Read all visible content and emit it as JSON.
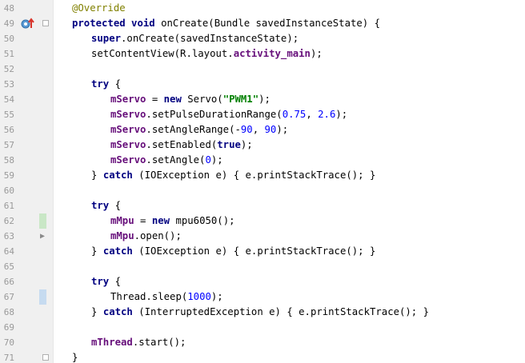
{
  "editor": {
    "lines": [
      {
        "no": "48",
        "indent": 90,
        "tokens": [
          {
            "t": "@Override",
            "c": "ann"
          }
        ]
      },
      {
        "no": "49",
        "indent": 90,
        "gutter": "override",
        "fold": "open",
        "tokens": [
          {
            "t": "protected",
            "c": "kw"
          },
          {
            "t": " ",
            "c": "pl"
          },
          {
            "t": "void",
            "c": "kw"
          },
          {
            "t": " onCreate(Bundle savedInstanceState) {",
            "c": "pl"
          }
        ]
      },
      {
        "no": "50",
        "indent": 114,
        "tokens": [
          {
            "t": "super",
            "c": "kw"
          },
          {
            "t": ".onCreate(savedInstanceState);",
            "c": "pl"
          }
        ]
      },
      {
        "no": "51",
        "indent": 114,
        "tokens": [
          {
            "t": "setContentView(R.layout.",
            "c": "pl"
          },
          {
            "t": "activity_main",
            "c": "fld"
          },
          {
            "t": ");",
            "c": "pl"
          }
        ]
      },
      {
        "no": "52",
        "indent": 114,
        "tokens": []
      },
      {
        "no": "53",
        "indent": 114,
        "tokens": [
          {
            "t": "try",
            "c": "kw"
          },
          {
            "t": " {",
            "c": "pl"
          }
        ]
      },
      {
        "no": "54",
        "indent": 138,
        "tokens": [
          {
            "t": "mServo",
            "c": "fld"
          },
          {
            "t": " = ",
            "c": "pl"
          },
          {
            "t": "new",
            "c": "kw"
          },
          {
            "t": " Servo(",
            "c": "pl"
          },
          {
            "t": "\"PWM1\"",
            "c": "str"
          },
          {
            "t": ");",
            "c": "pl"
          }
        ]
      },
      {
        "no": "55",
        "indent": 138,
        "tokens": [
          {
            "t": "mServo",
            "c": "fld"
          },
          {
            "t": ".setPulseDurationRange(",
            "c": "pl"
          },
          {
            "t": "0.75",
            "c": "num"
          },
          {
            "t": ", ",
            "c": "pl"
          },
          {
            "t": "2.6",
            "c": "num"
          },
          {
            "t": ");",
            "c": "pl"
          }
        ]
      },
      {
        "no": "56",
        "indent": 138,
        "tokens": [
          {
            "t": "mServo",
            "c": "fld"
          },
          {
            "t": ".setAngleRange(-",
            "c": "pl"
          },
          {
            "t": "90",
            "c": "num"
          },
          {
            "t": ", ",
            "c": "pl"
          },
          {
            "t": "90",
            "c": "num"
          },
          {
            "t": ");",
            "c": "pl"
          }
        ]
      },
      {
        "no": "57",
        "indent": 138,
        "tokens": [
          {
            "t": "mServo",
            "c": "fld"
          },
          {
            "t": ".setEnabled(",
            "c": "pl"
          },
          {
            "t": "true",
            "c": "kw"
          },
          {
            "t": ");",
            "c": "pl"
          }
        ]
      },
      {
        "no": "58",
        "indent": 138,
        "tokens": [
          {
            "t": "mServo",
            "c": "fld"
          },
          {
            "t": ".setAngle(",
            "c": "pl"
          },
          {
            "t": "0",
            "c": "num"
          },
          {
            "t": ");",
            "c": "pl"
          }
        ]
      },
      {
        "no": "59",
        "indent": 114,
        "tokens": [
          {
            "t": "} ",
            "c": "pl"
          },
          {
            "t": "catch",
            "c": "kw"
          },
          {
            "t": " (IOException e) { e.printStackTrace(); }",
            "c": "pl"
          }
        ]
      },
      {
        "no": "60",
        "indent": 114,
        "tokens": []
      },
      {
        "no": "61",
        "indent": 114,
        "tokens": [
          {
            "t": "try",
            "c": "kw"
          },
          {
            "t": " {",
            "c": "pl"
          }
        ]
      },
      {
        "no": "62",
        "indent": 138,
        "gutter": "green",
        "tokens": [
          {
            "t": "mMpu",
            "c": "fld"
          },
          {
            "t": " = ",
            "c": "pl"
          },
          {
            "t": "new",
            "c": "kw"
          },
          {
            "t": " mpu6050();",
            "c": "pl"
          }
        ]
      },
      {
        "no": "63",
        "indent": 138,
        "gutter": "arrow",
        "tokens": [
          {
            "t": "mMpu",
            "c": "fld"
          },
          {
            "t": ".open();",
            "c": "pl"
          }
        ]
      },
      {
        "no": "64",
        "indent": 114,
        "tokens": [
          {
            "t": "} ",
            "c": "pl"
          },
          {
            "t": "catch",
            "c": "kw"
          },
          {
            "t": " (IOException e) { e.printStackTrace(); }",
            "c": "pl"
          }
        ]
      },
      {
        "no": "65",
        "indent": 114,
        "tokens": []
      },
      {
        "no": "66",
        "indent": 114,
        "tokens": [
          {
            "t": "try",
            "c": "kw"
          },
          {
            "t": " {",
            "c": "pl"
          }
        ]
      },
      {
        "no": "67",
        "indent": 138,
        "gutter": "blue",
        "tokens": [
          {
            "t": "Thread.",
            "c": "pl"
          },
          {
            "t": "sleep",
            "c": "pl"
          },
          {
            "t": "(",
            "c": "pl"
          },
          {
            "t": "1000",
            "c": "num"
          },
          {
            "t": ");",
            "c": "pl"
          }
        ]
      },
      {
        "no": "68",
        "indent": 114,
        "tokens": [
          {
            "t": "} ",
            "c": "pl"
          },
          {
            "t": "catch",
            "c": "kw"
          },
          {
            "t": " (InterruptedException e) { e.printStackTrace(); }",
            "c": "pl"
          }
        ]
      },
      {
        "no": "69",
        "indent": 114,
        "tokens": []
      },
      {
        "no": "70",
        "indent": 114,
        "tokens": [
          {
            "t": "mThread",
            "c": "fld"
          },
          {
            "t": ".start();",
            "c": "pl"
          }
        ]
      },
      {
        "no": "71",
        "indent": 90,
        "fold": "close",
        "tokens": [
          {
            "t": "}",
            "c": "pl"
          }
        ]
      }
    ]
  },
  "colors": {
    "keyword": "#000080",
    "field": "#660e7a",
    "string": "#008000",
    "number": "#0000ff",
    "annotation": "#808000",
    "gutter_bg": "#f0f0f0",
    "change_added": "#c9e7c6",
    "change_modified": "#c6dbf0"
  },
  "icons": {
    "override": "override-method-icon",
    "fold": "fold-toggle-icon",
    "arrow": "gutter-arrow-icon"
  }
}
